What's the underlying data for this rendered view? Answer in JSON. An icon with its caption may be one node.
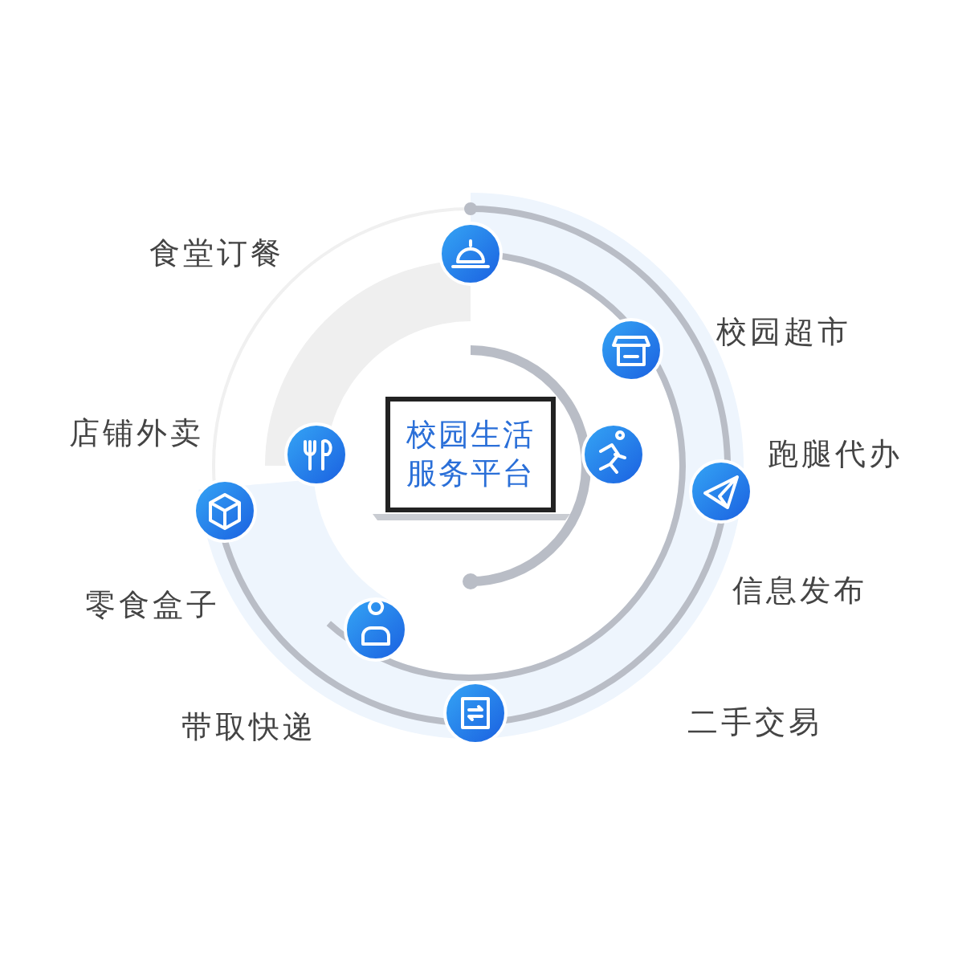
{
  "diagram": {
    "nodes": [
      {
        "text": [
          "校园生活服务平台"
        ]
      }
    ],
    "labels": [
      "食堂订餐",
      "校园超市",
      "店铺外卖",
      "跑腿代办",
      "零食盒子",
      "信息发布",
      "带取快递",
      "二手交易"
    ]
  }
}
